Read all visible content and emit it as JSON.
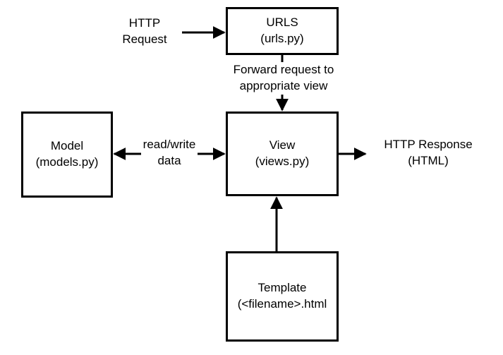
{
  "diagram": {
    "title": "Django MVT request flow diagram",
    "background_color": "#ffffff",
    "stroke_color": "#000000",
    "nodes": [
      {
        "id": "urls",
        "name": "urls-box",
        "line1": "URLS",
        "line2": "(urls.py)"
      },
      {
        "id": "model",
        "name": "model-box",
        "line1": "Model",
        "line2": "(models.py)"
      },
      {
        "id": "view",
        "name": "view-box",
        "line1": "View",
        "line2": "(views.py)"
      },
      {
        "id": "template",
        "name": "template-box",
        "line1": "Template",
        "line2": "(<filename>.html"
      }
    ],
    "labels": {
      "http_request_line1": "HTTP",
      "http_request_line2": "Request",
      "forward_line1": "Forward request to",
      "forward_line2": "appropriate view",
      "readwrite_line1": "read/write",
      "readwrite_line2": "data",
      "http_response_line1": "HTTP Response",
      "http_response_line2": "(HTML)"
    },
    "edges": [
      {
        "id": "http-request-to-urls",
        "from": "http-request-label",
        "to": "urls",
        "direction": "right"
      },
      {
        "id": "urls-to-view",
        "from": "urls",
        "to": "view",
        "direction": "down"
      },
      {
        "id": "view-to-model",
        "from": "view",
        "to": "model",
        "direction": "left"
      },
      {
        "id": "model-to-view",
        "from": "model",
        "to": "view",
        "direction": "right"
      },
      {
        "id": "view-to-http-response",
        "from": "view",
        "to": "http-response-label",
        "direction": "right"
      },
      {
        "id": "template-to-view",
        "from": "template",
        "to": "view",
        "direction": "up"
      }
    ]
  }
}
